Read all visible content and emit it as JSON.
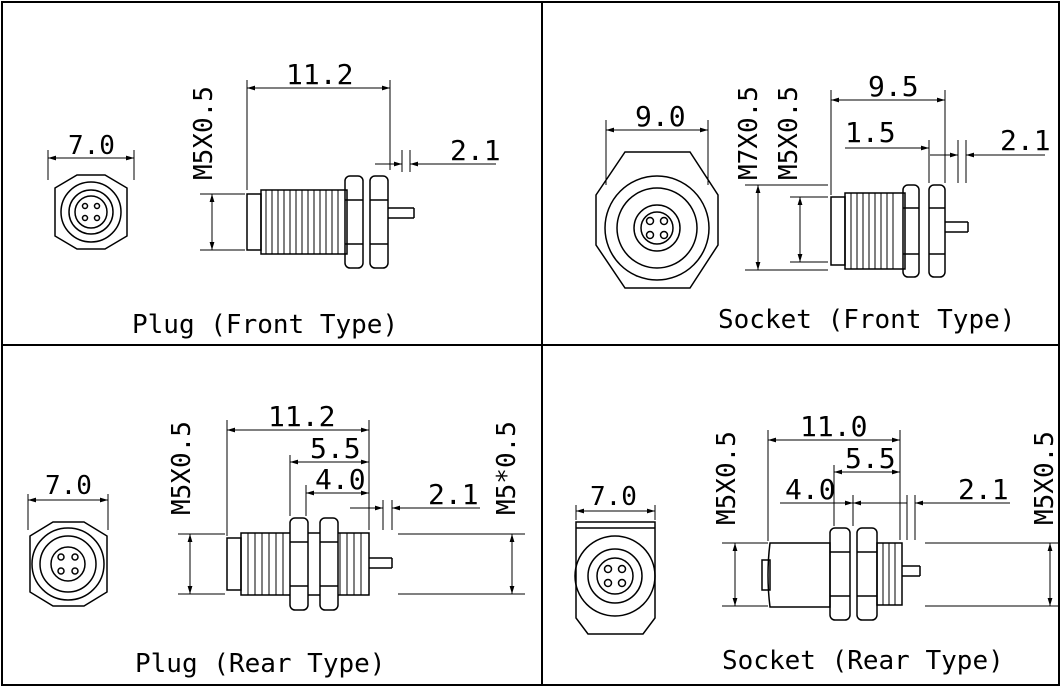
{
  "panels": {
    "plug_front": {
      "caption": "Plug (Front Type)",
      "dims": {
        "thread": "M5X0.5",
        "length": "11.2",
        "pin": "2.1",
        "hex": "7.0"
      }
    },
    "socket_front": {
      "caption": "Socket (Front Type)",
      "dims": {
        "thread_outer": "M7X0.5",
        "thread_inner": "M5X0.5",
        "length": "9.5",
        "nut": "1.5",
        "pin": "2.1",
        "hex": "9.0"
      }
    },
    "plug_rear": {
      "caption": "Plug (Rear Type)",
      "dims": {
        "thread": "M5X0.5",
        "length": "11.2",
        "nut_span": "5.5",
        "nut_gap": "4.0",
        "pin": "2.1",
        "thread_right": "M5*0.5",
        "hex": "7.0"
      }
    },
    "socket_rear": {
      "caption": "Socket (Rear Type)",
      "dims": {
        "thread": "M5X0.5",
        "length": "11.0",
        "nut_span": "5.5",
        "nut_gap": "4.0",
        "pin": "2.1",
        "thread_right": "M5X0.5",
        "hex": "7.0"
      }
    }
  }
}
